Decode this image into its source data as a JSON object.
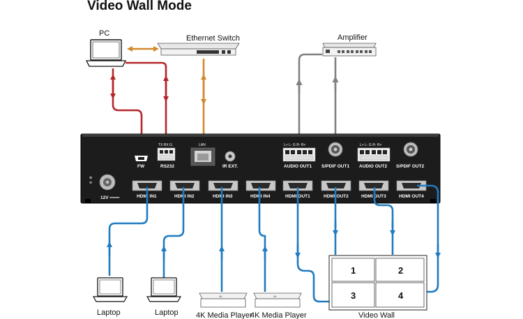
{
  "title": "Video Wall Mode",
  "devices": {
    "pc": "PC",
    "ethernet_switch": "Ethernet Switch",
    "amplifier": "Amplifier",
    "laptop_1": "Laptop",
    "laptop_2": "Laptop",
    "media_player_1": "4K Media Player",
    "media_player_2": "4K Media Player",
    "video_wall": "Video Wall",
    "player_badge": "4K"
  },
  "ports": {
    "fw": "FW",
    "rs232": "RS232",
    "rs232_pins": "TX RX G",
    "lan": "LAN",
    "ir_ext": "IR EXT.",
    "audio_out1": "AUDIO OUT1",
    "audio_out1_pins": "L+  L-  G  R-  R+",
    "spdif_out1": "S/PDIF OUT1",
    "audio_out2": "AUDIO OUT2",
    "audio_out2_pins": "L+  L-  G  R-  R+",
    "spdif_out2": "S/PDIF OUT2",
    "power": "12V ═══",
    "hdmi_in1": "HDMI IN1",
    "hdmi_in2": "HDMI IN2",
    "hdmi_in3": "HDMI IN3",
    "hdmi_in4": "HDMI IN4",
    "hdmi_out1": "HDMI OUT1",
    "hdmi_out2": "HDMI OUT2",
    "hdmi_out3": "HDMI OUT3",
    "hdmi_out4": "HDMI OUT4"
  },
  "video_wall_tiles": [
    "1",
    "2",
    "3",
    "4"
  ],
  "colors": {
    "ethernet": "#d4872c",
    "rs232": "#b5262b",
    "audio": "#808080",
    "hdmi": "#1f7bc0",
    "chassis": "#1c1c1c"
  }
}
